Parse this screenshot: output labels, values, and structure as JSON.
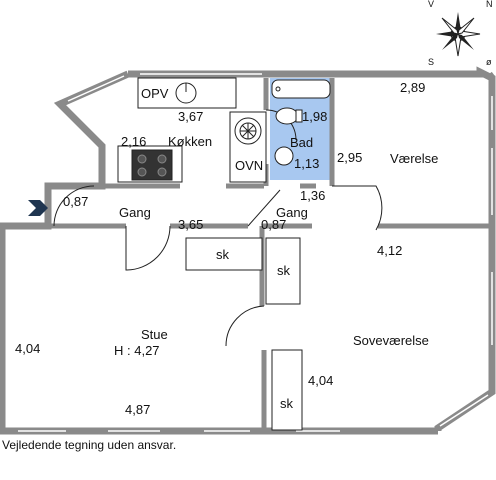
{
  "compass": {
    "v": "V",
    "n": "N",
    "s": "S",
    "o": "ø"
  },
  "rooms": {
    "kitchen": "Køkken",
    "bath": "Bad",
    "bedroom": "Værelse",
    "hall_left": "Gang",
    "hall_right": "Gang",
    "living": "Stue",
    "living_height": "H : 4,27",
    "master_bedroom": "Soveværelse"
  },
  "appliances": {
    "dishwasher": "OPV",
    "oven": "OVN"
  },
  "closets": [
    "sk",
    "sk",
    "sk"
  ],
  "dims": {
    "kitchen_width": "3,67",
    "kitchen_depth": "2,16",
    "bath_width": "1,98",
    "bath_depth": "1,13",
    "bedroom_width": "2,89",
    "bedroom_depth": "2,95",
    "hall_left_width": "0,87",
    "hall_left_length": "3,65",
    "hall_right_width": "1,36",
    "hall_right_depth": "0,87",
    "master_width": "4,12",
    "master_depth": "4,04",
    "living_depth": "4,04",
    "living_width": "4,87"
  },
  "disclaimer": "Vejledende tegning uden ansvar.",
  "colors": {
    "wall": "#8a8a8a",
    "bath_fill": "#a8c8f0",
    "entry_arrow": "#1f3550",
    "stroke": "#222222"
  }
}
